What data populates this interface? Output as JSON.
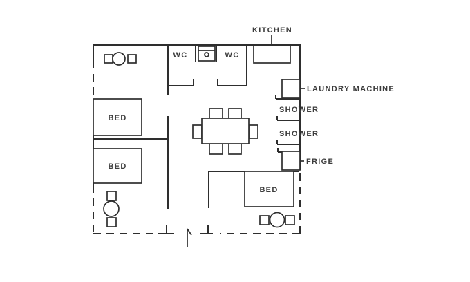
{
  "page": {
    "title": "apartment-floor-plan",
    "background": "#ffffff"
  },
  "colors": {
    "wall_line": "#2e2e2e",
    "label_text": "#3c3c3c",
    "room_fill": "#ffffff"
  },
  "labels": {
    "kitchen": "KITCHEN",
    "wc_left": "WC",
    "wc_right": "WC",
    "laundry_machine": "LAUNDRY MACHINE",
    "shower_upper": "SHOWER",
    "shower_lower": "SHOWER",
    "fridge": "FRIGE",
    "bed_upper_left": "BED",
    "bed_lower_left": "BED",
    "bed_right": "BED"
  },
  "fixtures": [
    "kitchen-counter",
    "wall-sink-with-faucet",
    "laundry-machine-box",
    "shower-stall-upper",
    "shower-stall-lower",
    "fridge-box",
    "dining-table-with-six-chairs",
    "bed-upper-left",
    "bed-lower-left",
    "bed-right",
    "round-table-with-two-stools-top-left",
    "round-table-with-two-stools-bottom-left",
    "round-table-with-two-stools-bottom-right",
    "entry-door-swing"
  ],
  "wall_styles": {
    "exterior_partial": "dashed",
    "built": "solid"
  }
}
